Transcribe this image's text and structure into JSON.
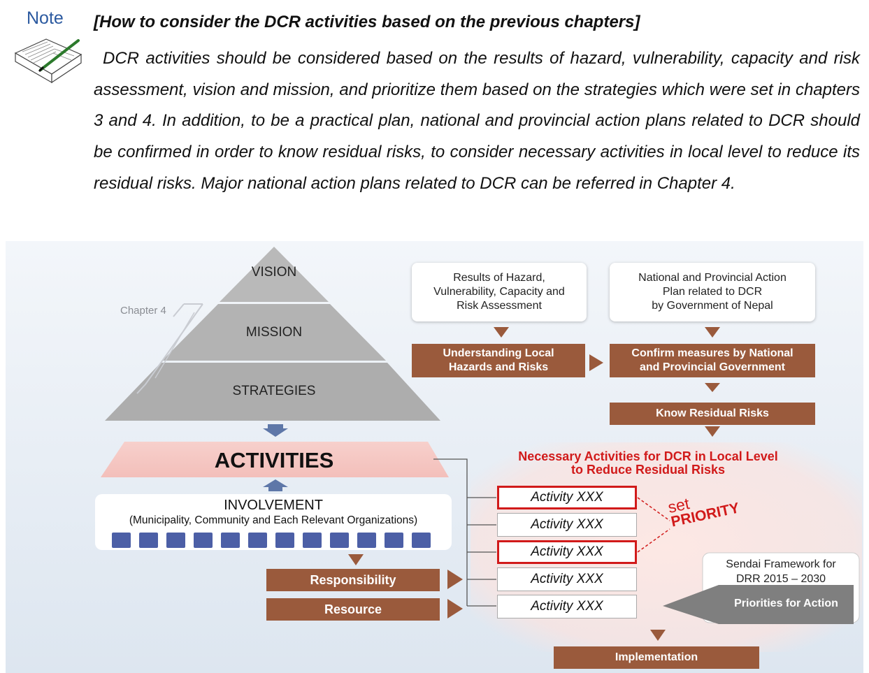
{
  "note": {
    "label": "Note",
    "title": "[How to consider the DCR activities based on the previous chapters]",
    "body": "DCR activities should be considered based on the results of hazard, vulnerability, capacity and risk assessment, vision and mission, and prioritize them based on the strategies which were set in chapters 3 and 4. In addition, to be a practical plan, national and provincial action plans related to DCR should be confirmed in order to know residual risks, to consider necessary activities in local level to reduce its residual risks. Major national action plans related to DCR can be referred in Chapter 4.",
    "icon": "book-quill-icon"
  },
  "diagram": {
    "pyramid": {
      "vision": "VISION",
      "mission": "MISSION",
      "strategies": "STRATEGIES",
      "chapter_label": "Chapter 4"
    },
    "activities_label": "ACTIVITIES",
    "involvement": {
      "title": "INVOLVEMENT",
      "subtitle": "(Municipality, Community and Each Relevant Organizations)"
    },
    "responsibility": "Responsibility",
    "resource": "Resource",
    "results_box": "Results of Hazard,\nVulnerability, Capacity and\nRisk Assessment",
    "national_box": "National and Provincial Action\nPlan related to DCR\nby Government of  Nepal",
    "understanding": "Understanding Local\nHazards and Risks",
    "confirm": "Confirm measures by National\nand Provincial Government",
    "residual": "Know Residual Risks",
    "necessary_title_1": "Necessary Activities for DCR in Local Level",
    "necessary_title_2": "to Reduce Residual Risks",
    "activities": [
      {
        "label": "Activity XXX",
        "highlight": true
      },
      {
        "label": "Activity XXX",
        "highlight": false
      },
      {
        "label": "Activity XXX",
        "highlight": true
      },
      {
        "label": "Activity XXX",
        "highlight": false
      },
      {
        "label": "Activity XXX",
        "highlight": false
      }
    ],
    "set_word": "set",
    "priority_word": "PRIORITY",
    "sendai": "Sendai Framework for\nDRR 2015 – 2030",
    "priorities_action": "Priorities for Action",
    "implementation": "Implementation",
    "colors": {
      "brown": "#9a5a3c",
      "red": "#d11a1a",
      "pyramid_gray": "#b3b3b3",
      "activities_pink": "#f4c4c0",
      "background": "#e9eff6"
    }
  }
}
